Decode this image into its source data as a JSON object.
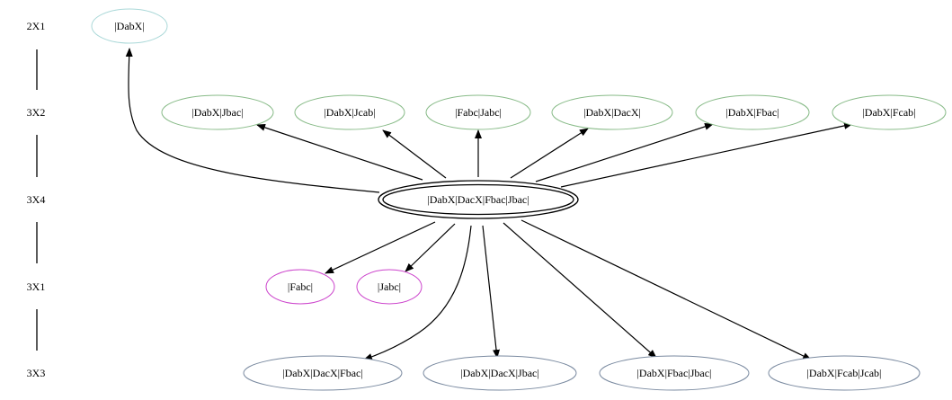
{
  "ranks": [
    {
      "id": "r1",
      "label": "2X1"
    },
    {
      "id": "r2",
      "label": "3X2"
    },
    {
      "id": "r3",
      "label": "3X4"
    },
    {
      "id": "r4",
      "label": "3X1"
    },
    {
      "id": "r5",
      "label": "3X3"
    }
  ],
  "nodes": [
    {
      "id": "n_dabx",
      "label": "|DabX|",
      "color": "#aad8d8"
    },
    {
      "id": "n_dabx_jbac",
      "label": "|DabX|Jbac|",
      "color": "#88bb88"
    },
    {
      "id": "n_dabx_jcab",
      "label": "|DabX|Jcab|",
      "color": "#88bb88"
    },
    {
      "id": "n_fabc_jabc",
      "label": "|Fabc|Jabc|",
      "color": "#88bb88"
    },
    {
      "id": "n_dabx_dacx",
      "label": "|DabX|DacX|",
      "color": "#88bb88"
    },
    {
      "id": "n_dabx_fbac",
      "label": "|DabX|Fbac|",
      "color": "#88bb88"
    },
    {
      "id": "n_dabx_fcab",
      "label": "|DabX|Fcab|",
      "color": "#88bb88"
    },
    {
      "id": "n_center",
      "label": "|DabX|DacX|Fbac|Jbac|",
      "color": "#000000"
    },
    {
      "id": "n_fabc",
      "label": "|Fabc|",
      "color": "#cc44cc"
    },
    {
      "id": "n_jabc",
      "label": "|Jabc|",
      "color": "#cc44cc"
    },
    {
      "id": "n_dabx_dacx_fbac",
      "label": "|DabX|DacX|Fbac|",
      "color": "#7a8aa0"
    },
    {
      "id": "n_dabx_dacx_jbac",
      "label": "|DabX|DacX|Jbac|",
      "color": "#7a8aa0"
    },
    {
      "id": "n_dabx_fbac_jbac",
      "label": "|DabX|Fbac|Jbac|",
      "color": "#7a8aa0"
    },
    {
      "id": "n_dabx_fcab_jcab",
      "label": "|DabX|Fcab|Jcab|",
      "color": "#7a8aa0"
    }
  ],
  "edges": [
    {
      "from": "n_center",
      "to": "n_dabx"
    },
    {
      "from": "n_center",
      "to": "n_dabx_jbac"
    },
    {
      "from": "n_center",
      "to": "n_dabx_jcab"
    },
    {
      "from": "n_center",
      "to": "n_fabc_jabc"
    },
    {
      "from": "n_center",
      "to": "n_dabx_dacx"
    },
    {
      "from": "n_center",
      "to": "n_dabx_fbac"
    },
    {
      "from": "n_center",
      "to": "n_dabx_fcab"
    },
    {
      "from": "n_center",
      "to": "n_fabc"
    },
    {
      "from": "n_center",
      "to": "n_jabc"
    },
    {
      "from": "n_center",
      "to": "n_dabx_dacx_fbac"
    },
    {
      "from": "n_center",
      "to": "n_dabx_dacx_jbac"
    },
    {
      "from": "n_center",
      "to": "n_dabx_fbac_jbac"
    },
    {
      "from": "n_center",
      "to": "n_dabx_fcab_jcab"
    }
  ]
}
